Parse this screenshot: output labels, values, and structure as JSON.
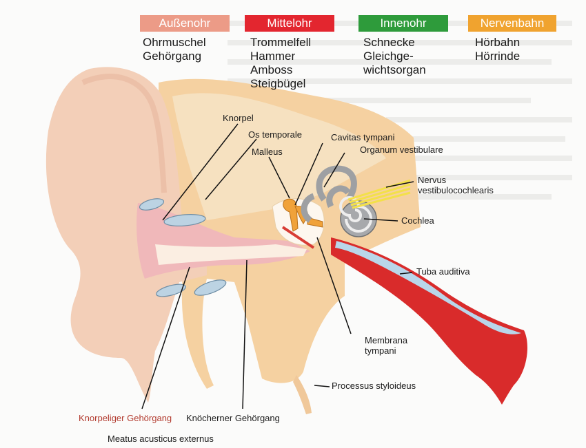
{
  "categories": [
    {
      "name": "Außenohr",
      "items": "Ohrmuschel\nGehörgang"
    },
    {
      "name": "Mittelohr",
      "items": "Trommelfell\nHammer\nAmboss\nSteigbügel"
    },
    {
      "name": "Innenohr",
      "items": "Schnecke\nGleichge-\nwichtsorgan"
    },
    {
      "name": "Nervenbahn",
      "items": "Hörbahn\nHörrinde"
    }
  ],
  "labels": {
    "knorpel": "Knorpel",
    "os_temporale": "Os temporale",
    "malleus": "Malleus",
    "cavitas_tympani": "Cavitas tympani",
    "organum_vestibulare": "Organum vestibulare",
    "nervus": "Nervus\nvestibulocochlearis",
    "cochlea": "Cochlea",
    "tuba_auditiva": "Tuba auditiva",
    "membrana_tympani": "Membrana\ntympani",
    "processus_styloideus": "Processus styloideus",
    "knorpeliger_gehoergang": "Knorpeliger Gehörgang",
    "knoecherner_gehoergang": "Knöcherner Gehörgang",
    "meatus": "Meatus acusticus externus"
  },
  "colors": {
    "aussenohr": "#ec9b87",
    "mittelohr": "#e3262f",
    "innenohr": "#2e9b3b",
    "nervenbahn": "#f0a32f"
  }
}
